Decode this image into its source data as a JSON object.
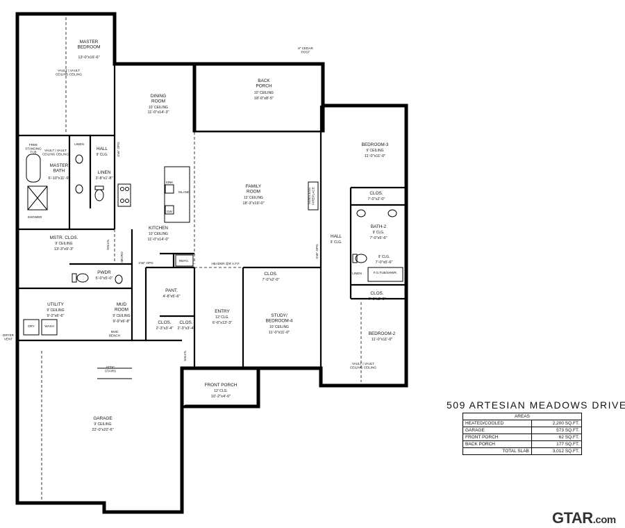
{
  "rooms": {
    "master_bedroom": {
      "name": "MASTER\nBEDROOM",
      "dims": "13'-0\"x16'-6\"",
      "note": "VAULT | VAULT\nCEILING CEILING"
    },
    "dining_room": {
      "name": "DINING\nROOM",
      "ceiling": "10' CEILING",
      "dims": "11'-0\"x14'-3\""
    },
    "back_porch": {
      "name": "BACK\nPORCH",
      "ceiling": "10' CEILING",
      "dims": "18'-0\"x8'-5\""
    },
    "cedar_post": "8\" CEDAR\nPOST",
    "bedroom3": {
      "name": "BEDROOM-3",
      "ceiling": "9' CEILING",
      "dims": "11'-0\"x11'-0\""
    },
    "hall_master": {
      "name": "HALL",
      "ceiling": "9' CLG."
    },
    "linen_upper": "LINEN",
    "master_bath": {
      "name": "MASTER\nBATH",
      "dims": "6'-10\"x11'-9\"",
      "tub": "FREE\nSTANDING\nTUB",
      "note": "VAULT | VAULT\nCEILING CEILING",
      "shower": "SHOWER"
    },
    "linen_hall": {
      "name": "LINEN",
      "dims": "3'-8\"x1'-8\""
    },
    "family_room": {
      "name": "FAMILY\nROOM",
      "ceiling": "12' CEILING",
      "dims": "18'-3\"x19'-0\""
    },
    "island": {
      "name": "ISLAND",
      "sink": "SINK",
      "dw": "DW"
    },
    "fireplace": "VENTLESS\nFIREPLACE",
    "clos_bed3": {
      "name": "CLOS.",
      "dims": "7'-0\"x2'-0\""
    },
    "bath2": {
      "name": "BATH-2",
      "ceiling": "9' CLG.",
      "dims": "7'-0\"x5'-6\""
    },
    "kitchen": {
      "name": "KITCHEN",
      "ceiling": "10' CEILING",
      "dims": "11'-0\"x14'-0\""
    },
    "mstr_clos": {
      "name": "MSTR. CLOS.",
      "ceiling": "9' CEILING",
      "dims": "13'-3\"x9'-3\""
    },
    "shlvs": "SHLVS.",
    "micro": "MICRO",
    "hall_right": {
      "name": "HALL",
      "ceiling": "9' CLG."
    },
    "bath2_sub": {
      "ceiling": "9' CLG.",
      "dims": "7'-0\"x5'-6\""
    },
    "opg1": "3'x6\" OPG",
    "opg2": "3'x8\" OPG",
    "opg3": "3'x8\" OPG",
    "refg": "REFG.",
    "header": "HEADER @8' A.F.F.",
    "linen_right": "LINEN",
    "tub_shwr": "F.G.TUB/SHWR.",
    "pwdr": {
      "name": "PWDR",
      "dims": "5'-0\"x5'-0\""
    },
    "pant": {
      "name": "PANT.",
      "dims": "4'-8\"x5'-6\""
    },
    "clos_study": {
      "name": "CLOS.",
      "dims": "7'-0\"x2'-0\""
    },
    "clos_bed2": {
      "name": "CLOS.",
      "dims": "7'-0\"x2'-0\""
    },
    "utility": {
      "name": "UTILITY",
      "ceiling": "9' CEILING",
      "dims": "9'-2\"x6'-6\"",
      "dry": "DRY",
      "wash": "WASH"
    },
    "mud_room": {
      "name": "MUD\nROOM",
      "ceiling": "9' CEILING",
      "dims": "9'-9\"x6'-8\"",
      "bench": "MUD\nBENCH"
    },
    "entry": {
      "name": "ENTRY",
      "ceiling": "12' CLG.",
      "dims": "6'-6\"x13'-3\""
    },
    "study": {
      "name": "STUDY/\nBEDROOM-4",
      "ceiling": "10' CEILING",
      "dims": "11'-0\"x11'-0\""
    },
    "bedroom2": {
      "name": "BEDROOM-2",
      "dims": "11'-0\"x11'-0\"",
      "note": "VAULT | VAULT\nCEILING CEILING"
    },
    "clos_a": {
      "name": "CLOS.",
      "dims": "2'-3\"x3'-4\""
    },
    "clos_b": {
      "name": "CLOS.",
      "dims": "2'-3\"x3'-4\""
    },
    "dryer_vent": "DRYER\nVENT",
    "attic_stairs": "ATTIC\nSTAIRS",
    "front_porch": {
      "name": "FRONT PORCH",
      "ceiling": "12' CLG.",
      "dims": "10'-2\"x4'-0\""
    },
    "garage": {
      "name": "GARAGE",
      "ceiling": "9' CEILING",
      "dims": "22'-0\"x22'-6\""
    }
  },
  "address": "509 ARTESIAN MEADOWS DRIVE",
  "areas_table": {
    "header": "AREAS",
    "rows": [
      {
        "label": "HEATED/COOLED",
        "value": "2,200 SQ.FT."
      },
      {
        "label": "GARAGE",
        "value": "573 SQ.FT."
      },
      {
        "label": "FRONT PORCH",
        "value": "62 SQ.FT."
      },
      {
        "label": "BACK PORCH",
        "value": "177 SQ.FT."
      }
    ],
    "total": {
      "label": "TOTAL SLAB",
      "value": "3,012 SQ.FT."
    }
  },
  "logo": {
    "text": "GTAR",
    "suffix": ".com"
  }
}
